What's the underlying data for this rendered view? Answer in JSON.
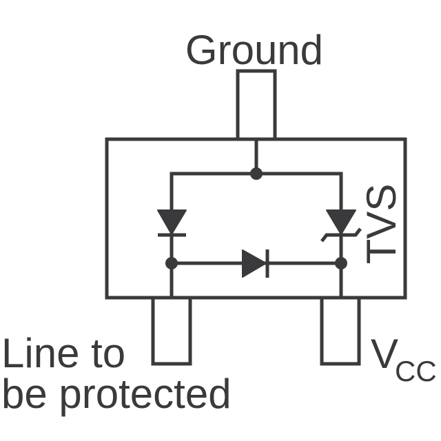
{
  "labels": {
    "ground": "Ground",
    "line": "Line to",
    "line2": "be protected",
    "vcc_main": "V",
    "vcc_sub": "CC",
    "tvs": "TVS"
  },
  "components": {
    "left_diode": "diode-icon",
    "right_diode": "tvs-zener-diode-icon",
    "series_diode": "diode-icon"
  },
  "colors": {
    "line": "#3a3a3c",
    "background": "#ffffff"
  }
}
